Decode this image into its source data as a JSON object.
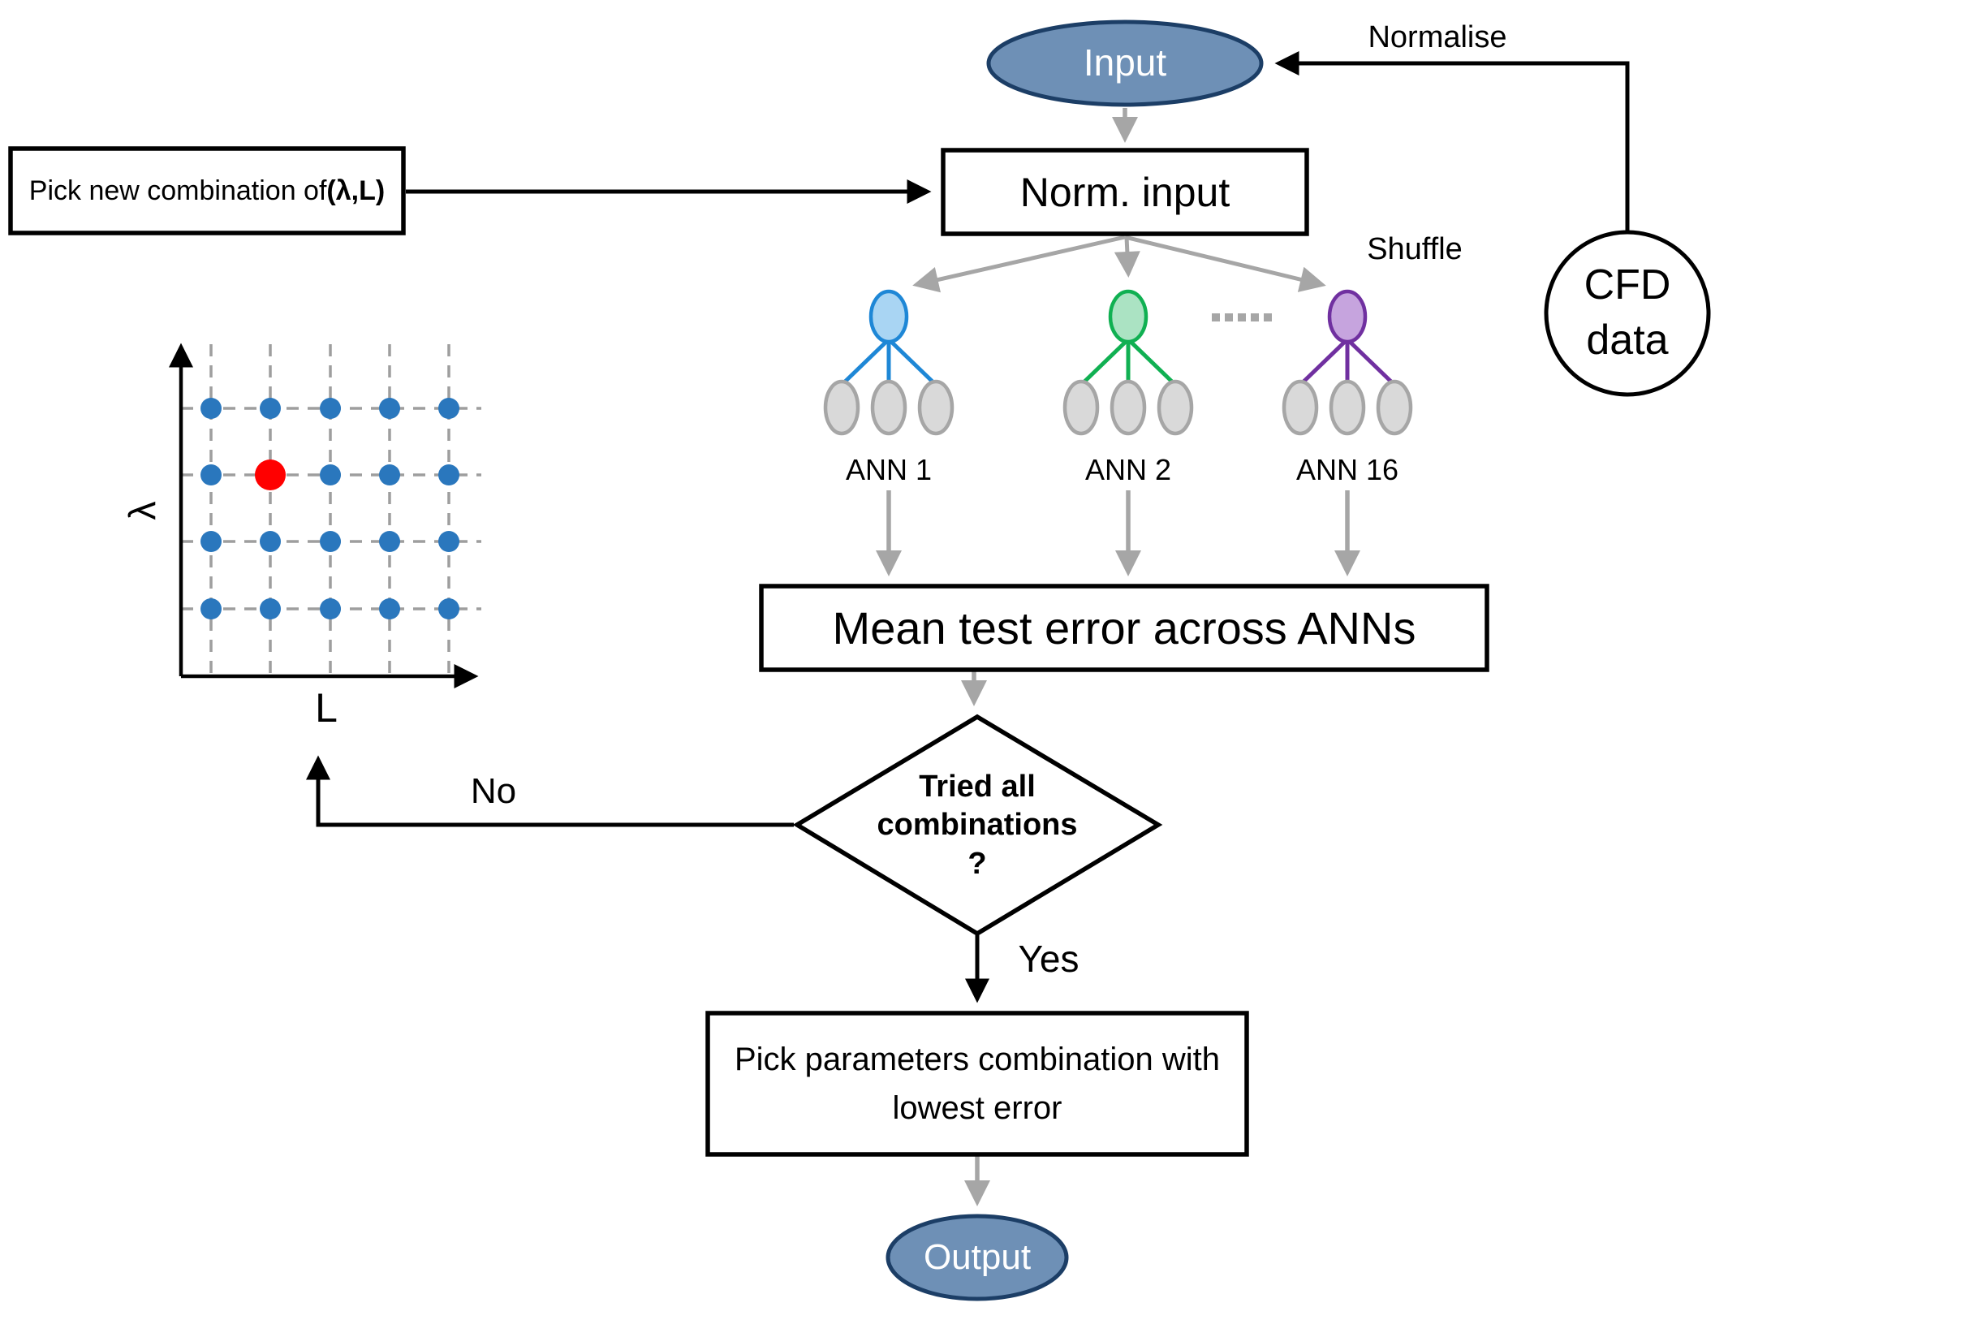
{
  "nodes": {
    "input": {
      "label": "Input"
    },
    "norm_input": {
      "label": "Norm. input"
    },
    "pick_new": {
      "text": "Pick new combination of ",
      "bold": "(λ,L)"
    },
    "normalise": {
      "label": "Normalise"
    },
    "shuffle": {
      "label": "Shuffle"
    },
    "cfd": {
      "label": "CFD\ndata"
    },
    "mean": {
      "label": "Mean test error across ANNs"
    },
    "decision": {
      "label": "Tried all\ncombinations\n?"
    },
    "no": {
      "label": "No"
    },
    "yes": {
      "label": "Yes"
    },
    "pick_params": {
      "label": "Pick parameters combination with\nlowest error"
    },
    "output": {
      "label": "Output"
    }
  },
  "anns": [
    {
      "label": "ANN 1",
      "stroke": "#1e87d6",
      "fill": "#a9d5f3"
    },
    {
      "label": "ANN 2",
      "stroke": "#10b052",
      "fill": "#abe3c3"
    },
    {
      "label": "ANN 16",
      "stroke": "#7030a0",
      "fill": "#c6a4de"
    }
  ],
  "ellipsis_dots": 5,
  "grid": {
    "x_label": "L",
    "y_label": "λ",
    "rows": 4,
    "cols": 5,
    "highlight_row": 1,
    "highlight_col": 1,
    "dot_color": "#2a77bd",
    "highlight_color": "#ff0000",
    "dash_color": "#9e9e9e"
  },
  "colors": {
    "terminal_fill": "#6e90b6",
    "terminal_stroke": "#1c3e66",
    "box_fill": "#ffffff",
    "box_stroke": "#000000",
    "arrow_grey": "#a6a6a6",
    "arrow_black": "#000000",
    "leaf_fill": "#d9d9d9",
    "leaf_stroke": "#a6a6a6"
  }
}
